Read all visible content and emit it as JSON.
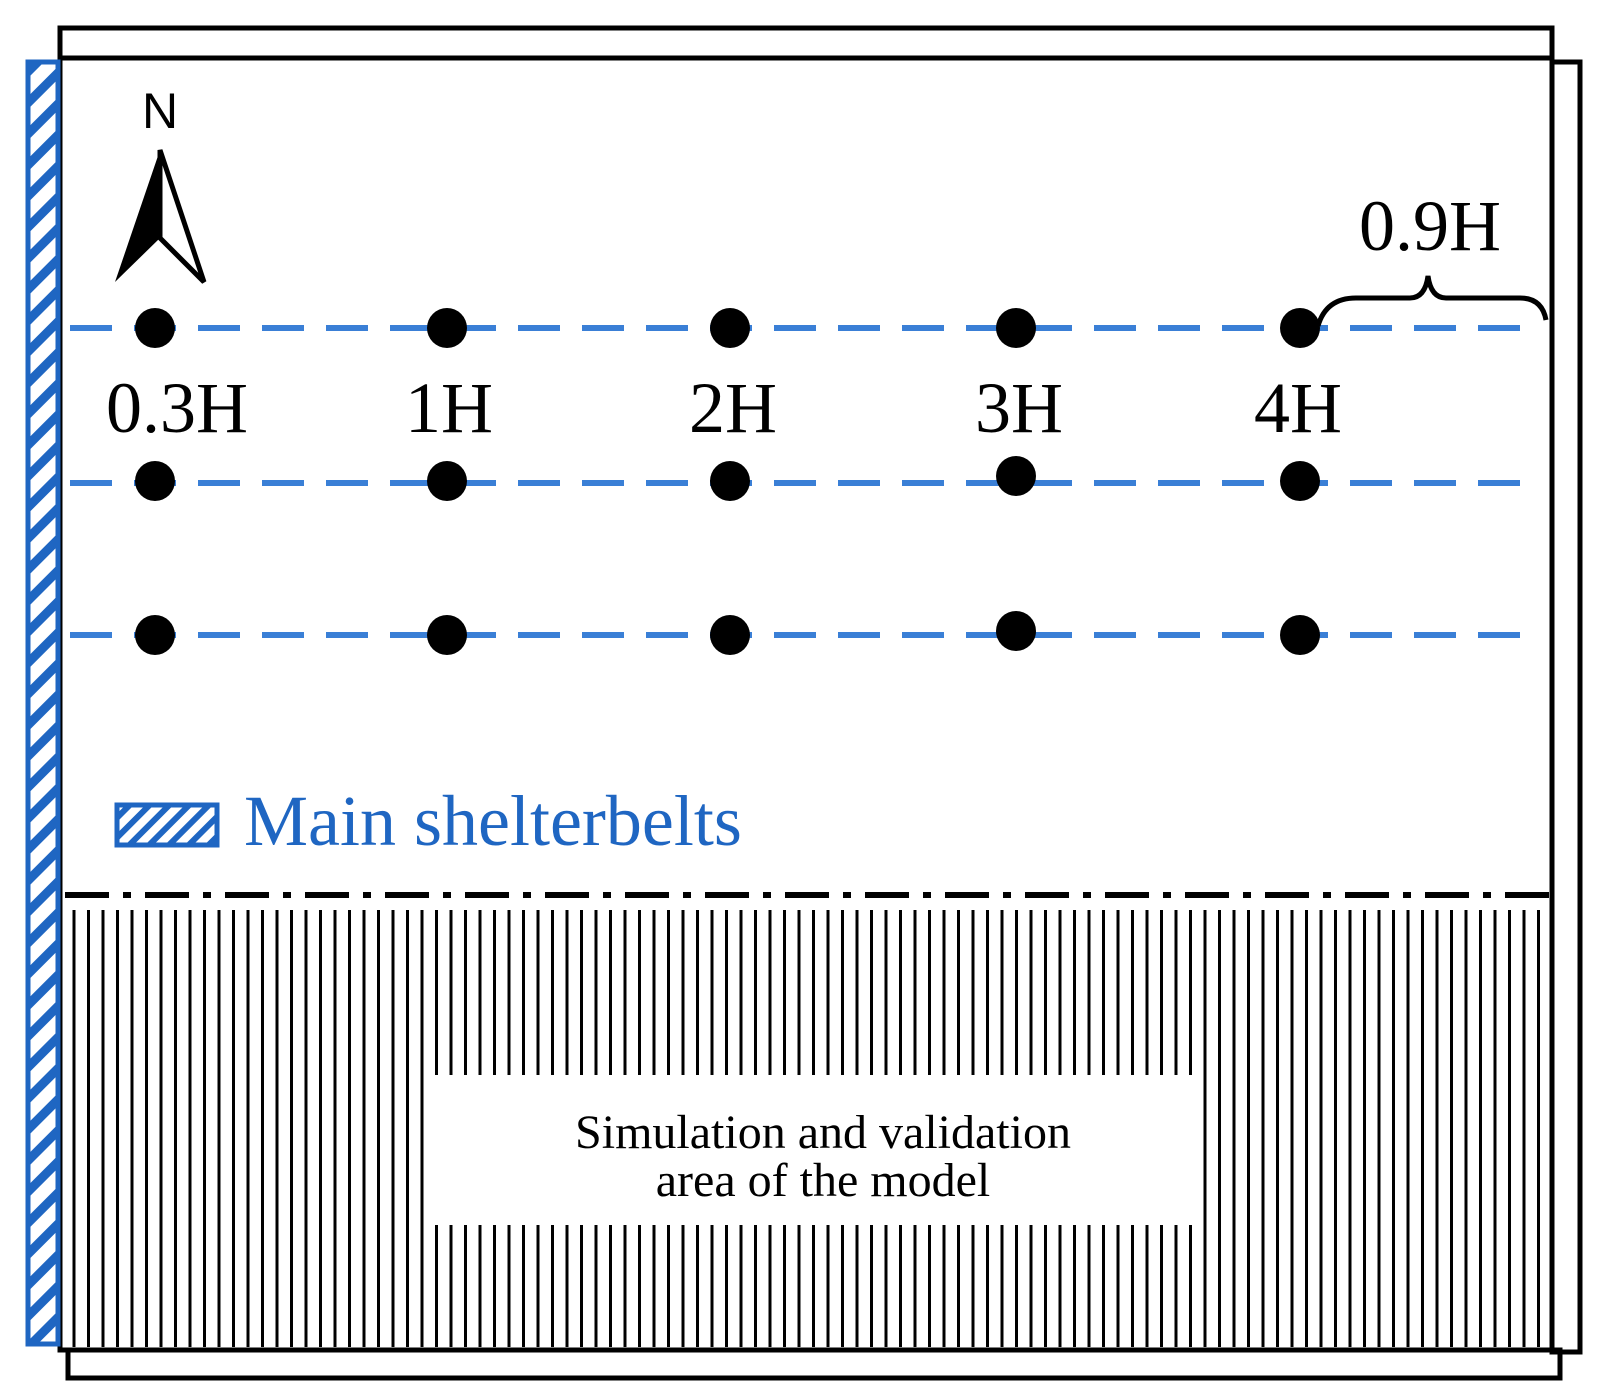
{
  "north_arrow": {
    "label": "N"
  },
  "distance_labels": [
    "0.3H",
    "1H",
    "2H",
    "3H",
    "4H"
  ],
  "offset_label": "0.9H",
  "legend": {
    "label": "Main shelterbelts"
  },
  "model_area": {
    "line1": "Simulation and validation",
    "line2": "area of the model"
  },
  "colors": {
    "shelterbelt": "#1f66c2",
    "transect": "#3a7fd6",
    "ink": "#000000"
  }
}
